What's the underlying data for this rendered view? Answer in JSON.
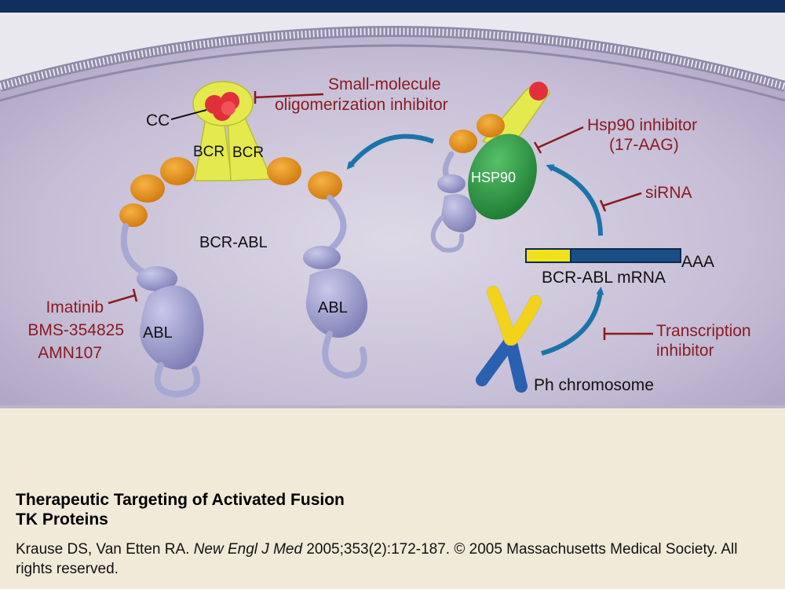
{
  "figure": {
    "labels": {
      "cc": "CC",
      "bcr_left": "BCR",
      "bcr_right": "BCR",
      "bcr_abl": "BCR-ABL",
      "abl_left": "ABL",
      "abl_right": "ABL",
      "hsp90": "HSP90",
      "small_molecule_line1": "Small-molecule",
      "small_molecule_line2": "oligomerization inhibitor",
      "hsp90_inhibitor_line1": "Hsp90 inhibitor",
      "hsp90_inhibitor_line2": "(17-AAG)",
      "sirna": "siRNA",
      "aaa": "AAA",
      "mrna": "BCR-ABL mRNA",
      "transcription_line1": "Transcription",
      "transcription_line2": "inhibitor",
      "ph_chromosome": "Ph chromosome",
      "drug_imatinib": "Imatinib",
      "drug_bms": "BMS-354825",
      "drug_amn": "AMN107"
    },
    "colors": {
      "inhibitor_red": "#8b1a1f",
      "arrow_blue": "#1c73a8",
      "hsp90_green": "#2e9a44",
      "bcr_yellow": "#e4ea4e",
      "cc_red": "#e2303a",
      "sh2_orange": "#e7901e",
      "abl_lavender": "#9898c8",
      "mrna_yellow": "#f0e21a",
      "mrna_blue": "#1a4f86",
      "chromosome_blue": "#2b5fb0",
      "chromosome_yellow": "#f3d21c"
    }
  },
  "caption": {
    "title": "Therapeutic Targeting of Activated Fusion TK Proteins",
    "citation_authors": "Krause DS, Van Etten RA. ",
    "citation_journal": "New Engl J Med",
    "citation_rest": " 2005;353(2):172-187. © 2005 Massachusetts Medical Society. All rights reserved."
  }
}
